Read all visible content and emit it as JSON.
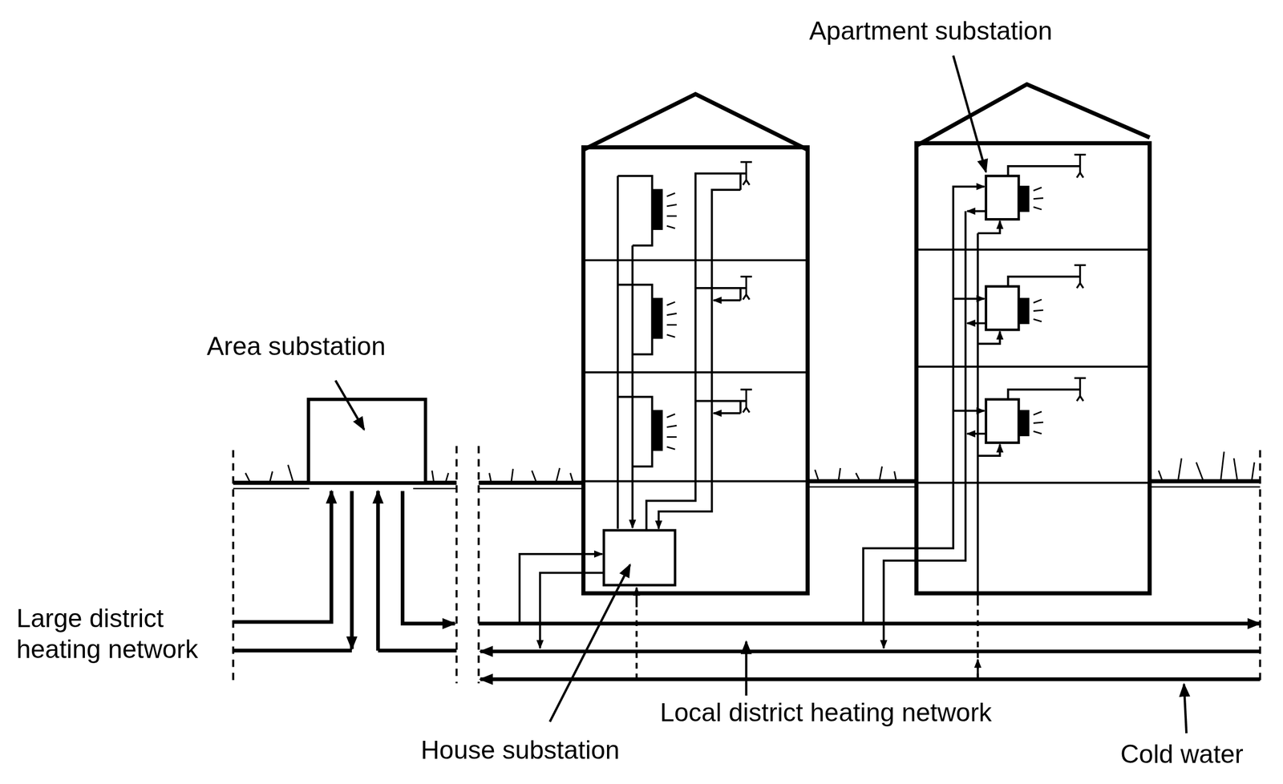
{
  "diagram": {
    "labels": [
      "Apartment substation",
      "Area substation",
      "Large district heating network",
      "Local district heating network",
      "House substation",
      "Cold water"
    ]
  }
}
